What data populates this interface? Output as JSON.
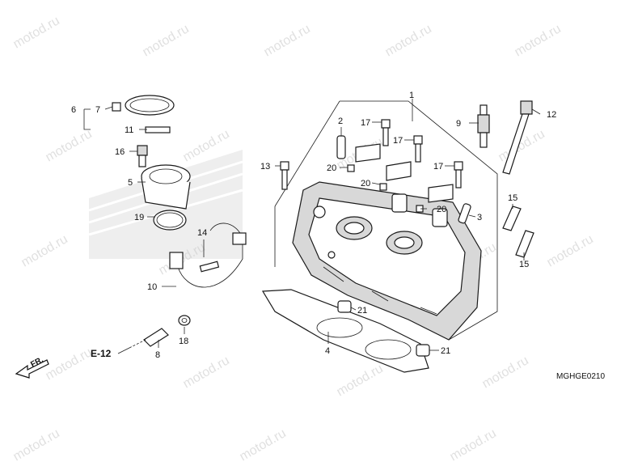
{
  "watermark": "motod.ru",
  "diagram_code": "MGHGE0210",
  "reference": "E-12",
  "front_indicator": "FR.",
  "callouts": {
    "c1": "1",
    "c2": "2",
    "c3": "3",
    "c4": "4",
    "c5": "5",
    "c6": "6",
    "c7": "7",
    "c8": "8",
    "c9": "9",
    "c10": "10",
    "c11": "11",
    "c12": "12",
    "c13": "13",
    "c14": "14",
    "c15a": "15",
    "c15b": "15",
    "c16": "16",
    "c17a": "17",
    "c17b": "17",
    "c17c": "17",
    "c18": "18",
    "c19": "19",
    "c20a": "20",
    "c20b": "20",
    "c20c": "20",
    "c21a": "21",
    "c21b": "21"
  }
}
